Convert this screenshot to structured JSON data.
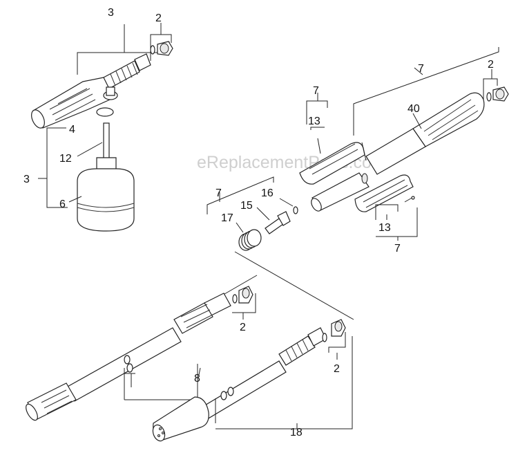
{
  "watermark": "eReplacementParts.com",
  "callouts": {
    "c3_top": "3",
    "c2_top": "2",
    "c4": "4",
    "c12": "12",
    "c3_left": "3",
    "c6": "6",
    "c7_top_right": "7",
    "c2_right": "2",
    "c40": "40",
    "c7_upper": "7",
    "c13_upper": "13",
    "c7_mid": "7",
    "c16": "16",
    "c15": "15",
    "c17": "17",
    "c13_lower": "13",
    "c7_lower": "7",
    "c2_lance": "2",
    "c8": "8",
    "c2_nozzle": "2",
    "c18": "18"
  }
}
